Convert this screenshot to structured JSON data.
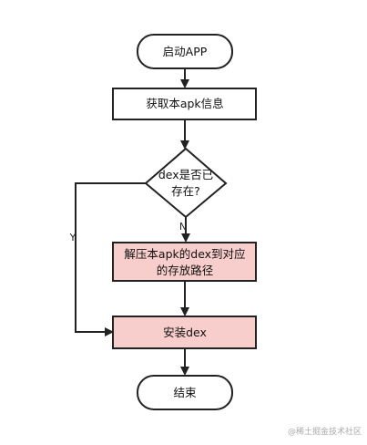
{
  "diagram": {
    "nodes": {
      "start": {
        "line1": "启动APP"
      },
      "get_info": {
        "line1": "获取本apk信息"
      },
      "decision": {
        "line1": "dex是否已",
        "line2": "存在?"
      },
      "extract": {
        "line1": "解压本apk的dex到对应",
        "line2": "的存放路径"
      },
      "install": {
        "line1": "安装dex"
      },
      "end": {
        "line1": "结束"
      }
    },
    "edges": {
      "no_label": "N",
      "yes_label": "Y"
    },
    "watermark": "@稀土掘金技术社区",
    "colors": {
      "stroke": "#222222",
      "highlight_fill": "#f8cecc",
      "highlight_stroke": "#b85450",
      "node_fill": "#ffffff"
    }
  }
}
